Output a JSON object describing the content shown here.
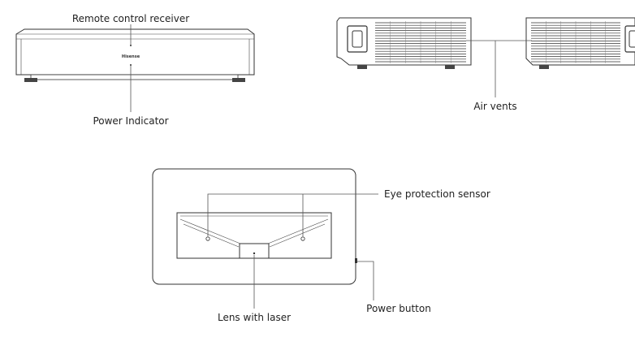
{
  "labels": {
    "remote_receiver": "Remote control receiver",
    "power_indicator": "Power Indicator",
    "air_vents": "Air vents",
    "eye_sensor": "Eye protection sensor",
    "lens": "Lens with laser",
    "power_button": "Power button"
  },
  "brand_mark": "Hisense",
  "colors": {
    "line": "#555555",
    "outline": "#333333",
    "text": "#222222"
  }
}
